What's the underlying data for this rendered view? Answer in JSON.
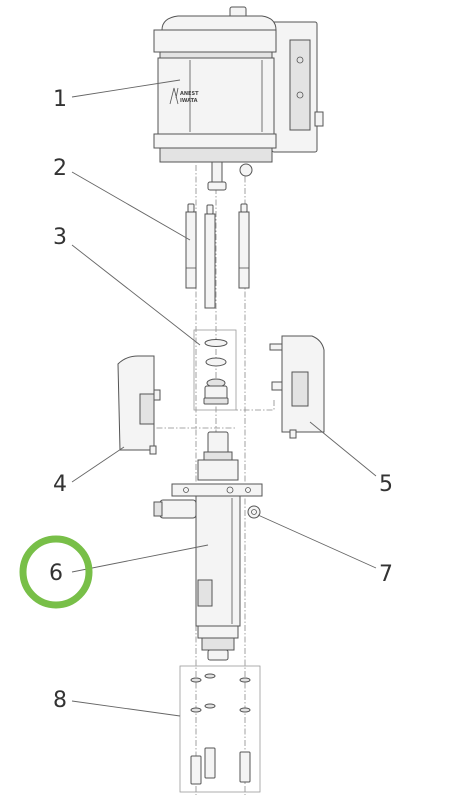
{
  "labels": [
    {
      "id": "1",
      "text": "1"
    },
    {
      "id": "2",
      "text": "2"
    },
    {
      "id": "3",
      "text": "3"
    },
    {
      "id": "4",
      "text": "4"
    },
    {
      "id": "5",
      "text": "5"
    },
    {
      "id": "6",
      "text": "6"
    },
    {
      "id": "7",
      "text": "7"
    },
    {
      "id": "8",
      "text": "8"
    }
  ],
  "highlight": {
    "label": "6",
    "color": "#78bf48"
  },
  "logo": {
    "line1": "ANEST",
    "line2": "IWATA"
  }
}
